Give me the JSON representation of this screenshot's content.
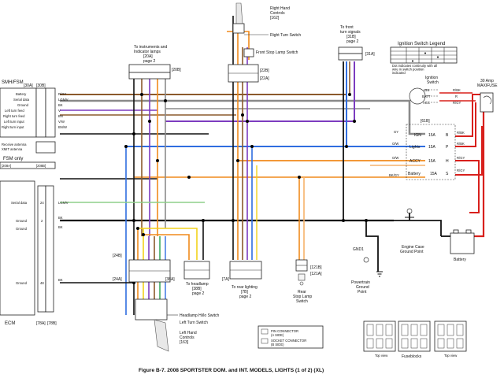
{
  "caption": "Figure B-7. 2008 SPORTSTER DOM. and INT. MODELS, LIGHTS (1 of 2) (XL)",
  "colors": {
    "black": "#111111",
    "gray": "#8a8a8a",
    "brown": "#8b5a2b",
    "orange": "#f08a1c",
    "blue": "#2f6de0",
    "violet": "#7d3cbf",
    "red": "#d8201c",
    "yellow": "#f2d21b",
    "green": "#22a04a",
    "tan": "#d6b27a"
  },
  "blocks": {
    "right_hand_controls": [
      "Right Hand",
      "Controls",
      "[162]"
    ],
    "right_turn_switch": "Right Turn Switch",
    "front_stop_switch": "Front Stop Lamp Switch",
    "connector_22b": "[22B]",
    "connector_22a": "[22A]",
    "instruments": [
      "To instruments and",
      "Indicator lamps",
      "[20A]",
      "page 2"
    ],
    "connector_20b": "[20B]",
    "front_turn": [
      "To front",
      "turn signals",
      "[31B]",
      "page 2"
    ],
    "connector_31a": "[31A]",
    "ignition_legend_title": "Ignition Switch Legend",
    "ignition_legend_note": [
      "Dot indicates continuity with all",
      "wire in switch position",
      "indicated"
    ],
    "ignition_switch": [
      "Ignition",
      "Switch"
    ],
    "maxifuse": [
      "30 Amp",
      "MAXIFUSE"
    ],
    "ign_labels": [
      "IGN",
      "BATT",
      "ACC"
    ],
    "ign_wires": [
      "R/BK",
      "R",
      "R/GY"
    ],
    "smh_title": "SMH/FSM",
    "smh_conn": [
      "[30A]",
      "[30B]"
    ],
    "smh_pins": [
      "Battery",
      "Serial data",
      "Ground",
      "Left turn feed",
      "Right turn feed",
      "Left turn input",
      "Right turn input"
    ],
    "smh_pins2": [
      "Receive antenna",
      "XMIT antenna"
    ],
    "smh_wires": [
      "R/GY",
      "LGN/V",
      "BK",
      "V",
      "BN",
      "V/W",
      "BN/W"
    ],
    "fsm_only": "FSM only",
    "fsm_conn": [
      "[208A]",
      "[208B]"
    ],
    "fuse_block": "[61B]",
    "fuses": [
      {
        "name": "IGN",
        "amps": "15A",
        "code": "B",
        "wire": "R/BK"
      },
      {
        "name": "Lights",
        "amps": "15A",
        "code": "P",
        "wire": "R/BK"
      },
      {
        "name": "ACCY",
        "amps": "15A",
        "code": "H",
        "wire": "R/GY"
      },
      {
        "name": "Battery",
        "amps": "15A",
        "code": "S",
        "wire": "R/GY"
      }
    ],
    "fuse_wires_left": [
      "GY",
      "O/W",
      "O/W",
      "BK/GY"
    ],
    "ecm": "ECM",
    "ecm_pins": [
      "Serial data",
      "Ground",
      "Ground",
      "Ground"
    ],
    "ecm_conn": [
      "[78A]",
      "[78B]"
    ],
    "ecm_wires": [
      "LGN/V",
      "BK",
      "BK",
      "BK"
    ],
    "ecm_pin_nums": [
      "24",
      "2",
      "48"
    ],
    "conn_24b": "[24B]",
    "conn_24a": "[24A]",
    "left_hand_controls": [
      "Left Hand",
      "Controls",
      "[163]"
    ],
    "headlamp_switch": "Headlamp Hi/lo Switch",
    "left_turn_switch": "Left Turn Switch",
    "to_headlamp": [
      "To headlamp",
      "[38B]",
      "page 2"
    ],
    "conn_38a": "[38A]",
    "to_rear_lighting": [
      "To rear lighting",
      "[7B]",
      "page 2"
    ],
    "conn_7a": "[7A]",
    "conn_121a": "[121A]",
    "conn_121b": "[121B]",
    "rear_stop": [
      "Rear",
      "Stop Lamp",
      "Switch"
    ],
    "gnd1": "GND1",
    "powertrain_ground": [
      "Powertrain",
      "Ground",
      "Point"
    ],
    "engine_case_ground": [
      "Engine Case",
      "Ground Point"
    ],
    "battery": "Battery",
    "pin_connector": [
      "PIN CONNECTOR",
      "(A SIDE)"
    ],
    "socket_connector": [
      "SOCKET CONNECTOR",
      "(B SIDE)"
    ],
    "fuseblocks": "Fuseblocks",
    "top_view": "Top view"
  }
}
